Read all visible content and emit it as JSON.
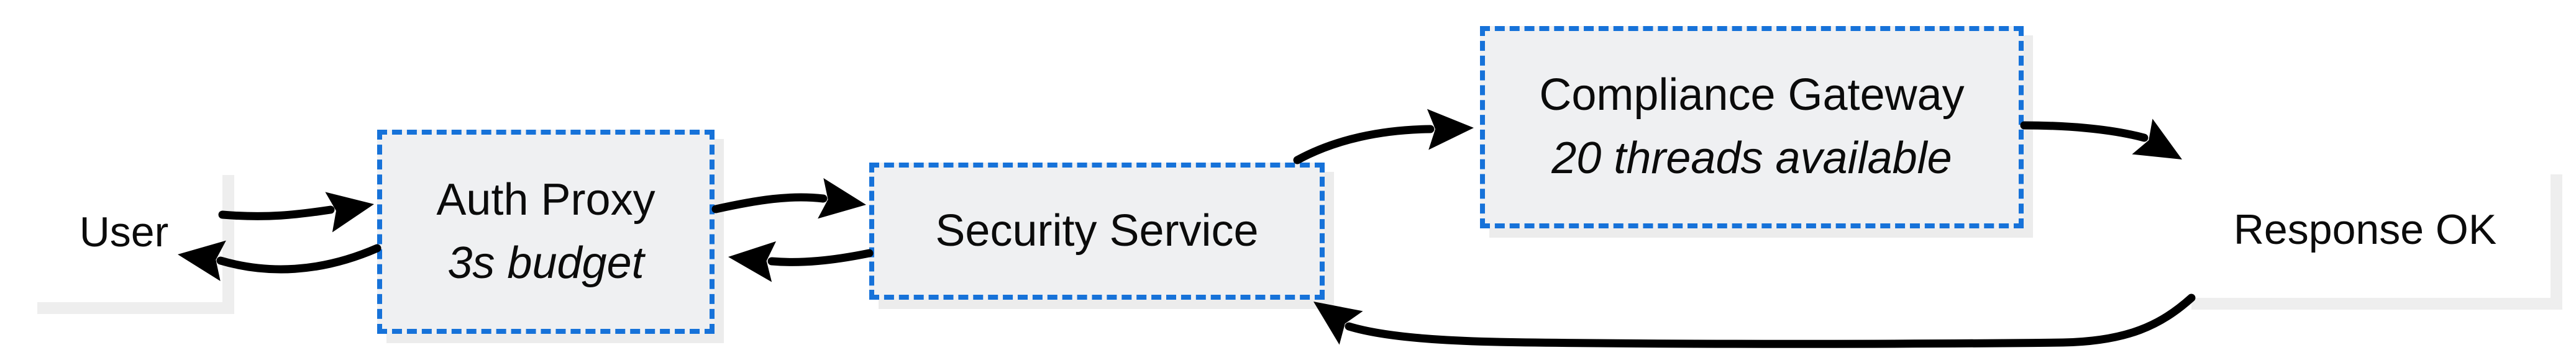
{
  "diagram": {
    "nodes": [
      {
        "id": "user",
        "label": "User",
        "kind": "endpoint"
      },
      {
        "id": "auth-proxy",
        "label": "Auth Proxy",
        "note": "3s budget",
        "kind": "service"
      },
      {
        "id": "security-service",
        "label": "Security Service",
        "kind": "service"
      },
      {
        "id": "compliance-gateway",
        "label": "Compliance Gateway",
        "note": "20 threads available",
        "kind": "service"
      },
      {
        "id": "response-ok",
        "label": "Response OK",
        "kind": "endpoint"
      }
    ],
    "edges": [
      {
        "from": "user",
        "to": "auth-proxy"
      },
      {
        "from": "auth-proxy",
        "to": "user"
      },
      {
        "from": "auth-proxy",
        "to": "security-service"
      },
      {
        "from": "security-service",
        "to": "auth-proxy"
      },
      {
        "from": "security-service",
        "to": "compliance-gateway"
      },
      {
        "from": "compliance-gateway",
        "to": "response-ok"
      },
      {
        "from": "response-ok",
        "to": "security-service"
      }
    ],
    "colors": {
      "accent_blue": "#1672d9",
      "service_fill": "#eff0f2",
      "shadow": "#ececec",
      "arrow": "#000000",
      "text": "#0b0b0b"
    }
  }
}
